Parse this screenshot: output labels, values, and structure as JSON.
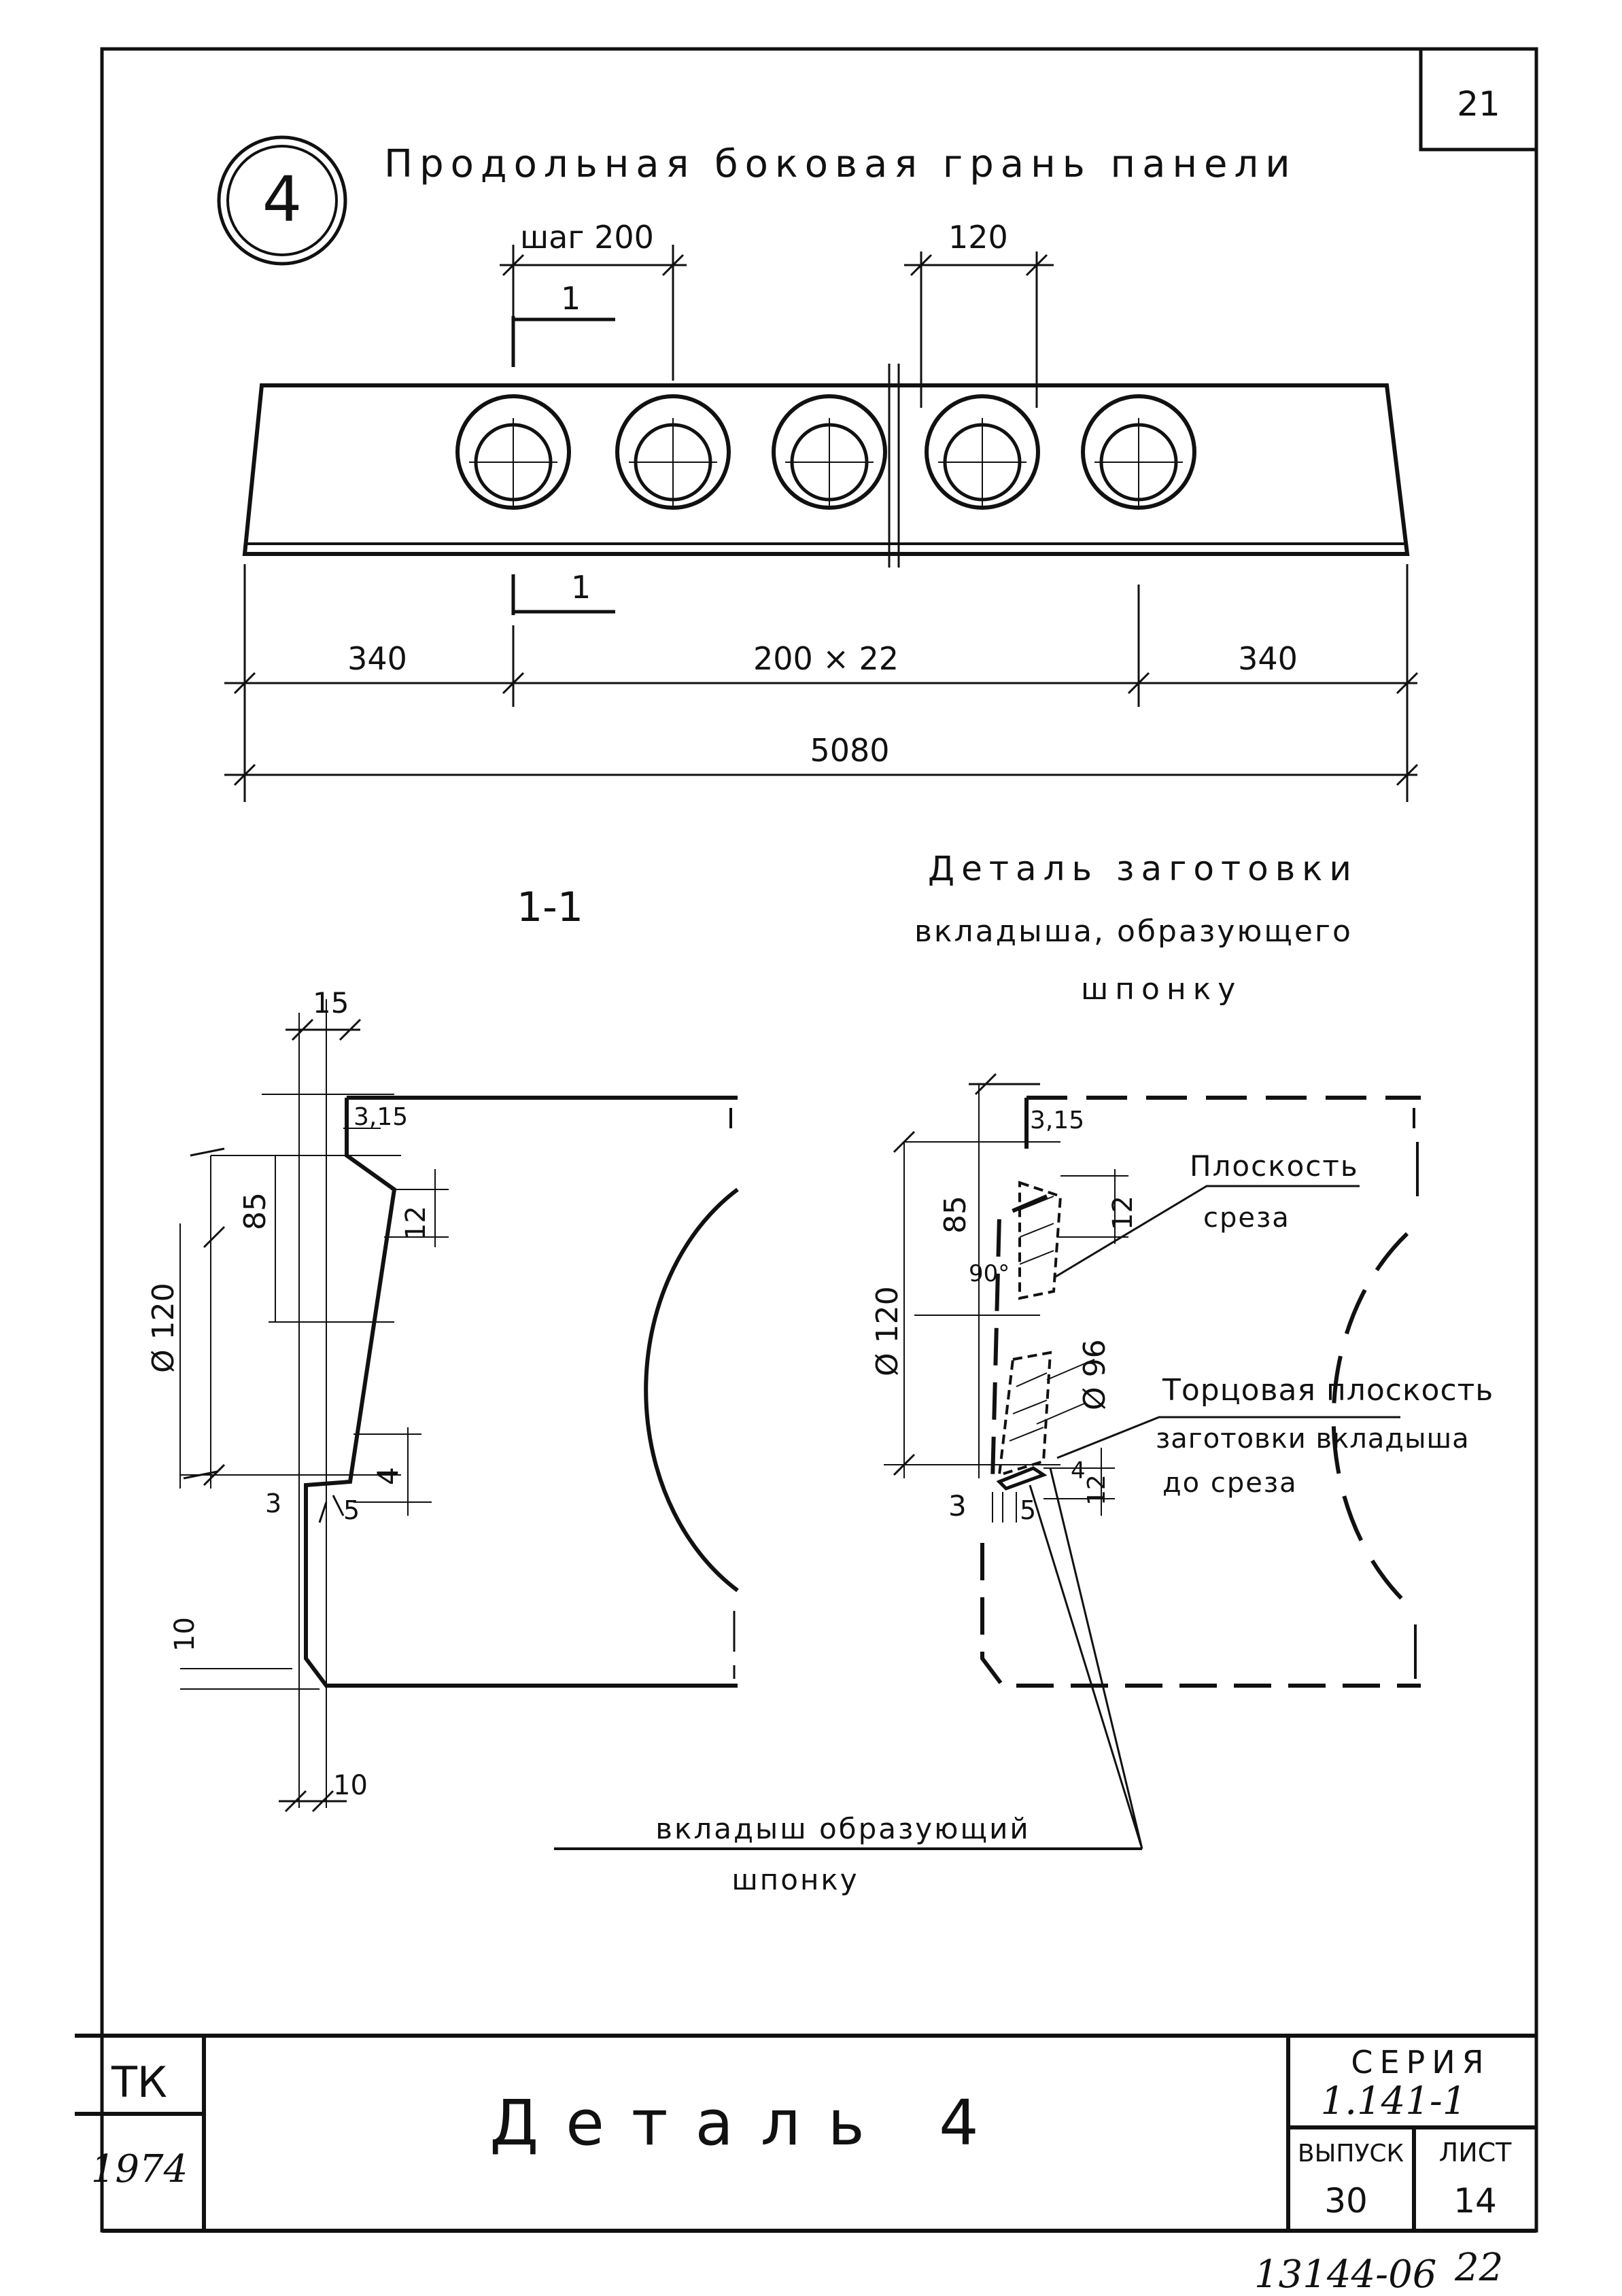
{
  "sheet": {
    "page_number": "21",
    "detail_marker": "4",
    "title": "Продольная боковая грань панели",
    "step_label": "шаг 200",
    "hole_dimension": "120",
    "section_mark_top": "1",
    "section_mark_bottom": "1",
    "dim_left": "340",
    "dim_middle": "200 × 22",
    "dim_right": "340",
    "dim_total": "5080"
  },
  "section": {
    "title": "1-1",
    "dims": {
      "d15": "15",
      "d3_15": "3,15",
      "d85": "85",
      "d12": "12",
      "dia120": "Ø 120",
      "d4": "4",
      "d3": "3",
      "d5": "5",
      "d10_left": "10",
      "d10_bottom": "10"
    },
    "callout_line1": "вкладыш образующий",
    "callout_line2": "шпонку"
  },
  "blank_detail": {
    "title_line1": "Деталь заготовки",
    "title_line2": "вкладыша, образующего",
    "title_line3": "шпонку",
    "dims": {
      "d3_15": "3,15",
      "d85": "85",
      "d12_top": "12",
      "angle": "90°",
      "dia120": "Ø 120",
      "dia96": "Ø 96",
      "d4": "4",
      "d12_bottom": "12",
      "d3": "3",
      "d5": "5"
    },
    "label_cut_line1": "Плоскость",
    "label_cut_line2": "среза",
    "label_end_line1": "Торцовая плоскость",
    "label_end_line2": "заготовки вкладыша",
    "label_end_line3": "до среза"
  },
  "title_block": {
    "org": "ТК",
    "year": "1974",
    "drawing_title": "Деталь 4",
    "series_label": "СЕРИЯ",
    "series_number": "1.141-1",
    "issue_label": "ВЫПУСК",
    "issue_value": "30",
    "sheet_label": "ЛИСТ",
    "sheet_value": "14"
  },
  "archive_number": "13144-06",
  "archive_page": "22"
}
